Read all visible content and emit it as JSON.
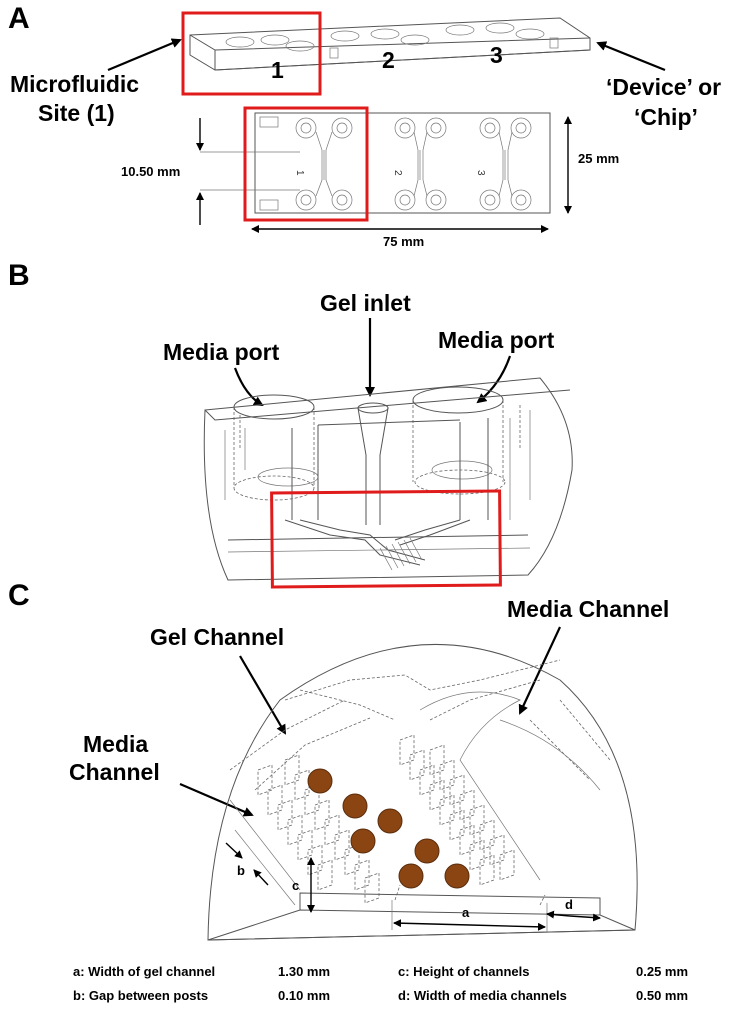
{
  "panel_a": {
    "label": "A",
    "site_numbers": [
      "1",
      "2",
      "3"
    ],
    "microfluidic_site_line1": "Microfluidic",
    "microfluidic_site_line2": "Site (1)",
    "device_line1": "‘Device’ or",
    "device_line2": "‘Chip’",
    "dim_height_site": "10.50 mm",
    "dim_height_chip": "25 mm",
    "dim_width_chip": "75 mm",
    "chip_site_numbers": [
      "1",
      "2",
      "3"
    ]
  },
  "panel_b": {
    "label": "B",
    "gel_inlet": "Gel inlet",
    "media_port_left": "Media port",
    "media_port_right": "Media port"
  },
  "panel_c": {
    "label": "C",
    "media_channel_top": "Media Channel",
    "gel_channel": "Gel Channel",
    "media_channel_left_line1": "Media",
    "media_channel_left_line2": "Channel",
    "dim_a": "a",
    "dim_b": "b",
    "dim_c": "c",
    "dim_d": "d"
  },
  "legend": [
    {
      "label": "a: Width of gel channel",
      "value": "1.30 mm"
    },
    {
      "label": "b: Gap between posts",
      "value": "0.10 mm"
    },
    {
      "label": "c: Height of channels",
      "value": "0.25 mm"
    },
    {
      "label": "d: Width of media channels",
      "value": "0.50 mm"
    }
  ],
  "colors": {
    "highlight": "#e01b1b",
    "cells": "#8b4513"
  }
}
